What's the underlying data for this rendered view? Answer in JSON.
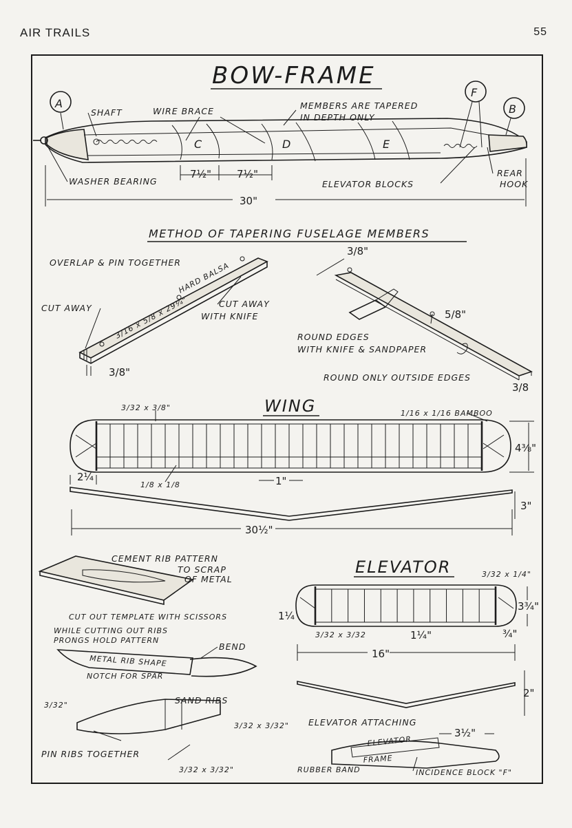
{
  "header": {
    "magazine": "AIR TRAILS",
    "page_number": "55"
  },
  "bow_frame": {
    "title": "BOW-FRAME",
    "marker_a": "A",
    "marker_b": "B",
    "marker_f": "F",
    "shaft": "SHAFT",
    "wire_brace": "WIRE BRACE",
    "members_note_1": "MEMBERS ARE TAPERED",
    "members_note_2": "IN DEPTH ONLY",
    "washer_bearing": "WASHER BEARING",
    "elevator_blocks": "ELEVATOR BLOCKS",
    "rear_hook_1": "REAR",
    "rear_hook_2": "HOOK",
    "bay_c": "C",
    "bay_d": "D",
    "bay_e": "E",
    "dim_spacing_1": "7½\"",
    "dim_spacing_2": "7½\"",
    "dim_length": "30\""
  },
  "tapering": {
    "title": "METHOD OF TAPERING FUSELAGE MEMBERS",
    "overlap": "OVERLAP & PIN TOGETHER",
    "hard_balsa": "HARD BALSA",
    "stock_size": "3/16 x 5/8 x 29¼\"",
    "cut_away": "CUT AWAY",
    "cut_away_knife_1": "CUT AWAY",
    "cut_away_knife_2": "WITH KNIFE",
    "dim_three_eighths": "3/8\"",
    "dim_top": "3/8\"",
    "dim_five_eighths": "5/8\"",
    "round_edges_1": "ROUND EDGES",
    "round_edges_2": "WITH KNIFE & SANDPAPER",
    "round_outside": "ROUND ONLY OUTSIDE EDGES",
    "dim_end": "3/8"
  },
  "wing": {
    "title": "WING",
    "spar_size": "3/32 x 3/8\"",
    "edge_material": "1/16 x 1/16 BAMBOO",
    "chord": "4⅜\"",
    "tip": "2¼",
    "rib_size": "1/8 x 1/8",
    "rib_spacing": "1\"",
    "dihedral": "3\"",
    "span": "30½\""
  },
  "template": {
    "cement": "CEMENT RIB PATTERN",
    "to_scrap": "TO SCRAP",
    "of_metal": "OF METAL",
    "cut_out": "CUT OUT TEMPLATE WITH SCISSORS",
    "while_cutting": "WHILE CUTTING OUT RIBS",
    "prongs": "PRONGS HOLD PATTERN",
    "bend": "BEND",
    "metal_rib": "METAL RIB SHAPE",
    "notch": "NOTCH FOR SPAR",
    "sand_ribs": "SAND RIBS",
    "stack_dim": "3/32\"",
    "rib_stock": "3/32 x 3/32\"",
    "pin_ribs": "PIN RIBS TOGETHER",
    "pin_size": "3/32 x 3/32\""
  },
  "elevator": {
    "title": "ELEVATOR",
    "spar_size": "3/32 x 1/4\"",
    "chord": "3¾\"",
    "tip": "1¼",
    "rib_size": "3/32 x 3/32",
    "rib_spacing": "1¼\"",
    "edge_dim": "¾\"",
    "span": "16\"",
    "dihedral": "2\""
  },
  "attaching": {
    "title": "ELEVATOR ATTACHING",
    "dim": "3½\"",
    "elevator_label": "ELEVATOR",
    "frame_label": "FRAME",
    "rubber_band": "RUBBER BAND",
    "incidence": "INCIDENCE BLOCK \"F\""
  }
}
